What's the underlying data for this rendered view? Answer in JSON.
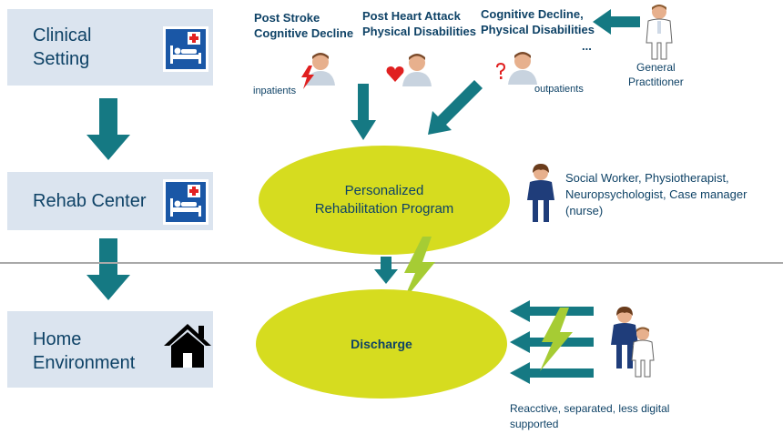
{
  "settings": {
    "clinical": "Clinical\nSetting",
    "rehab": "Rehab Center",
    "home": "Home\nEnvironment"
  },
  "patient_groups": {
    "stroke": "Post Stroke\nCognitive Decline",
    "heart": "Post Heart Attack\nPhysical Disabilities",
    "cognitive": "Cognitive Decline,\nPhysical Disabilities",
    "ellipsis": "..."
  },
  "patient_types": {
    "inpatients": "inpatients",
    "outpatients": "outpatients"
  },
  "gp_label": "General\nPractitioner",
  "program_label": "Personalized\nRehabilitation Program",
  "discharge_label": "Discharge",
  "team_label": "Social Worker, Physiotherapist,\nNeuropsychologist, Case manager\n(nurse)",
  "home_care_label": "Reacctive, separated, less digital\nsupported",
  "colors": {
    "arrow": "#157983",
    "ellipse": "#d6dc1f",
    "box": "#dbe4ef",
    "text": "#0e4266",
    "lightning": "#a6cc34"
  },
  "icons": {
    "hospital": "hospital-bed-icon",
    "home": "house-icon",
    "doctor": "doctor-icon",
    "nurse": "nurse-icon",
    "patient": "patient-icon",
    "lightning": "lightning-icon"
  }
}
